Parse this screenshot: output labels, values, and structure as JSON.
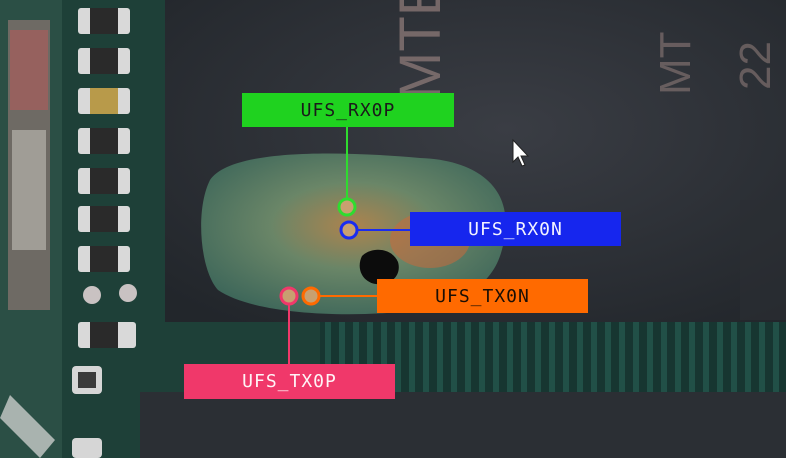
{
  "image": {
    "subject": "pcb-closeup-with-ufs-test-points",
    "labels": [
      {
        "id": "rx0p",
        "text": "UFS_RX0P",
        "color": "#1fd21f"
      },
      {
        "id": "rx0n",
        "text": "UFS_RX0N",
        "color": "#1626ee"
      },
      {
        "id": "tx0n",
        "text": "UFS_TX0N",
        "color": "#ff6a00"
      },
      {
        "id": "tx0p",
        "text": "UFS_TX0P",
        "color": "#f0386a"
      }
    ],
    "chip_marking": "MTE",
    "colors": {
      "board": "#1d3a34",
      "chip": "#2a2e33",
      "solder_mask_blob": "#4f7a6a",
      "pad": "#c8a070"
    }
  }
}
